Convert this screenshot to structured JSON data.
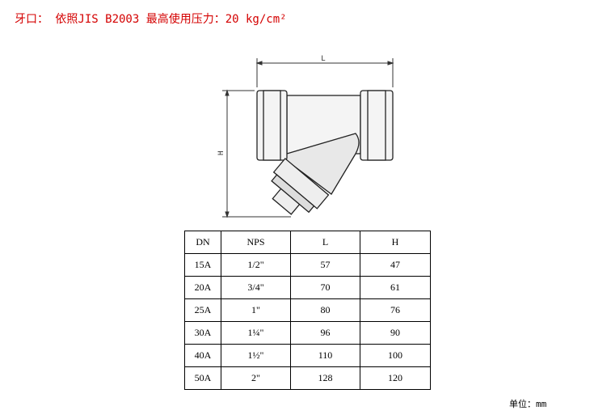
{
  "title": "牙口： 依照JIS B2003 最高使用压力：20 kg/cm²",
  "diagram": {
    "label_L": "L",
    "label_H": "H"
  },
  "table": {
    "headers": [
      "DN",
      "NPS",
      "L",
      "H"
    ],
    "rows": [
      [
        "15A",
        "1/2\"",
        "57",
        "47"
      ],
      [
        "20A",
        "3/4\"",
        "70",
        "61"
      ],
      [
        "25A",
        "1\"",
        "80",
        "76"
      ],
      [
        "30A",
        "1¼\"",
        "96",
        "90"
      ],
      [
        "40A",
        "1½\"",
        "110",
        "100"
      ],
      [
        "50A",
        "2\"",
        "128",
        "120"
      ]
    ]
  },
  "unit": "单位：mm"
}
